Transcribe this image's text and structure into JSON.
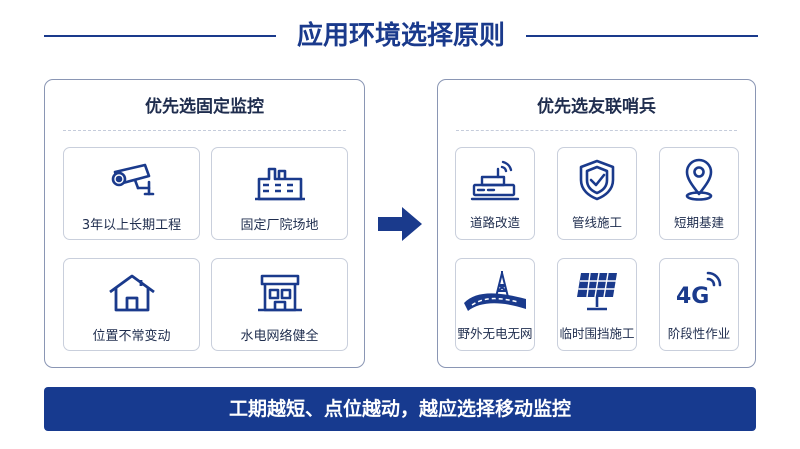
{
  "title": "应用环境选择原则",
  "left_panel": {
    "title": "优先选固定监控",
    "cards": [
      {
        "label": "3年以上长期工程",
        "icon": "cctv-camera-icon"
      },
      {
        "label": "固定厂院场地",
        "icon": "factory-icon"
      },
      {
        "label": "位置不常变动",
        "icon": "house-icon"
      },
      {
        "label": "水电网络健全",
        "icon": "utility-building-icon"
      }
    ]
  },
  "right_panel": {
    "title": "优先选友联哨兵",
    "cards": [
      {
        "label": "道路改造",
        "icon": "wireless-device-icon"
      },
      {
        "label": "管线施工",
        "icon": "shield-check-icon"
      },
      {
        "label": "短期基建",
        "icon": "location-pin-icon"
      },
      {
        "label": "野外无电无网",
        "icon": "road-tower-icon"
      },
      {
        "label": "临时围挡施工",
        "icon": "solar-panel-icon"
      },
      {
        "label": "阶段性作业",
        "icon": "4g-signal-icon"
      }
    ],
    "icon_text_4g": "4G"
  },
  "banner": "工期越短、点位越动，越应选择移动监控",
  "colors": {
    "accent": "#1a3a8c",
    "text": "#1f2d4e",
    "border": "#8a96b4",
    "banner_bg": "#173a8f"
  }
}
